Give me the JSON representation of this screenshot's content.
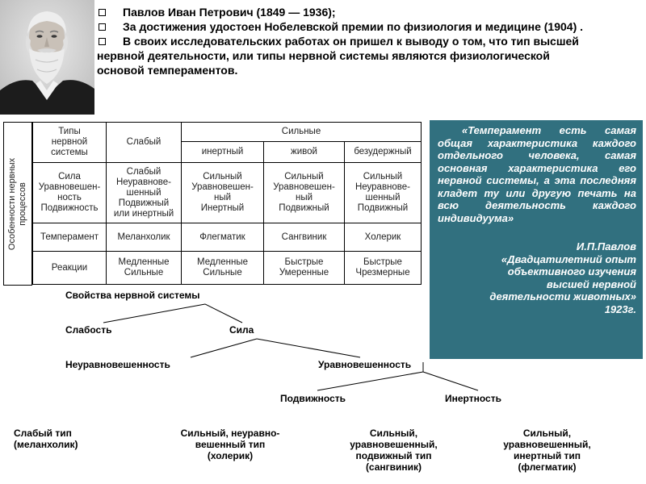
{
  "bullets": [
    "Павлов Иван Петрович (1849 — 1936);",
    "За достижения удостоен Нобелевской премии по физиология и медицине (1904) .",
    "В своих исследовательских  работах он пришел к выводу о том, что тип  высшей"
  ],
  "bullet_continuation": [
    "нервной  деятельности,  или  типы нервной системы являются физиологической",
    "основой темпераментов."
  ],
  "table": {
    "side_label_line1": "Особенности нервных",
    "side_label_line2": "процессов",
    "col_types": [
      "Типы",
      "нервной",
      "системы"
    ],
    "col_weak": "Слабый",
    "col_strong": "Сильные",
    "strong_sub": [
      "инертный",
      "живой",
      "безудержный"
    ],
    "row_props": {
      "label": [
        "Сила",
        "Уравновешен-",
        "ность",
        "Подвижность"
      ],
      "weak": [
        "Слабый",
        "Неуравнове-",
        "шенный",
        "Подвижный",
        "или инертный"
      ],
      "inert": [
        "Сильный",
        "Уравновешен-",
        "ный",
        "Инертный"
      ],
      "lively": [
        "Сильный",
        "Уравновешен-",
        "ный",
        "Подвижный"
      ],
      "unrestrained": [
        "Сильный",
        "Неуравнове-",
        "шенный",
        "Подвижный"
      ]
    },
    "row_temperament": [
      "Темперамент",
      "Меланхолик",
      "Флегматик",
      "Сангвиник",
      "Холерик"
    ],
    "row_reactions": {
      "label": "Реакции",
      "weak": [
        "Медленные",
        "Сильные"
      ],
      "inert": [
        "Медленные",
        "Сильные"
      ],
      "lively": [
        "Быстрые",
        "Умеренные"
      ],
      "unrestrained": [
        "Быстрые",
        "Чрезмерные"
      ]
    }
  },
  "quote": {
    "text": "«Темперамент есть самая общая характеристика каждого отдельного человека, самая основная характеристика его нервной системы, а эта последняя кладет ту или другую печать на всю деятельность каждого индивидуума»",
    "author": "И.П.Павлов",
    "source1": "«Двадцатилетний опыт",
    "source2": "объективного изучения",
    "source3": "высшей нервной",
    "source4": "деятельности животных»",
    "year": "1923г."
  },
  "tree": {
    "root": "Свойства нервной системы",
    "weakness": "Слабость",
    "strength": "Сила",
    "unbalanced": "Неуравновешенность",
    "balanced": "Уравновешенность",
    "mobility": "Подвижность",
    "inertness": "Инертность",
    "type_weak": [
      "Слабый тип",
      "(меланхолик)"
    ],
    "type_choleric": [
      "Сильный,  неуравно-",
      "вешенный тип",
      "(холерик)"
    ],
    "type_sanguine": [
      "Сильный,",
      "уравновешенный,",
      "подвижный тип",
      "(сангвиник)"
    ],
    "type_phlegmatic": [
      "Сильный,",
      "уравновешенный,",
      "инертный тип",
      "(флегматик)"
    ]
  }
}
